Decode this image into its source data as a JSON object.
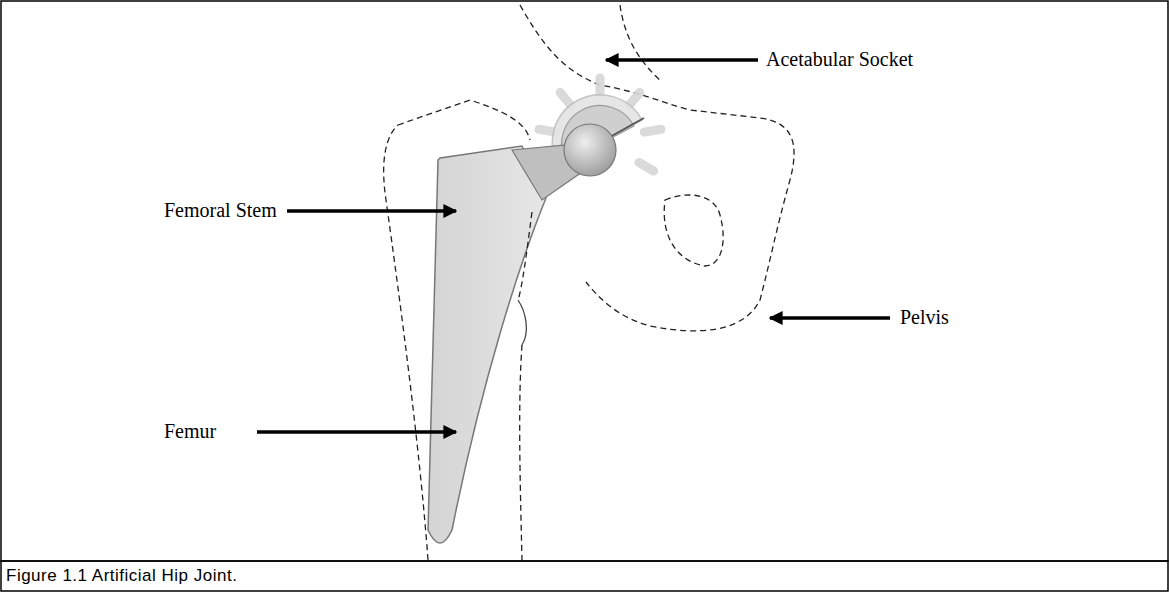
{
  "diagram": {
    "caption": "Figure 1.1 Artificial Hip Joint.",
    "labels": [
      "Acetabular Socket",
      "Femoral Stem",
      "Pelvis",
      "Femur"
    ]
  }
}
